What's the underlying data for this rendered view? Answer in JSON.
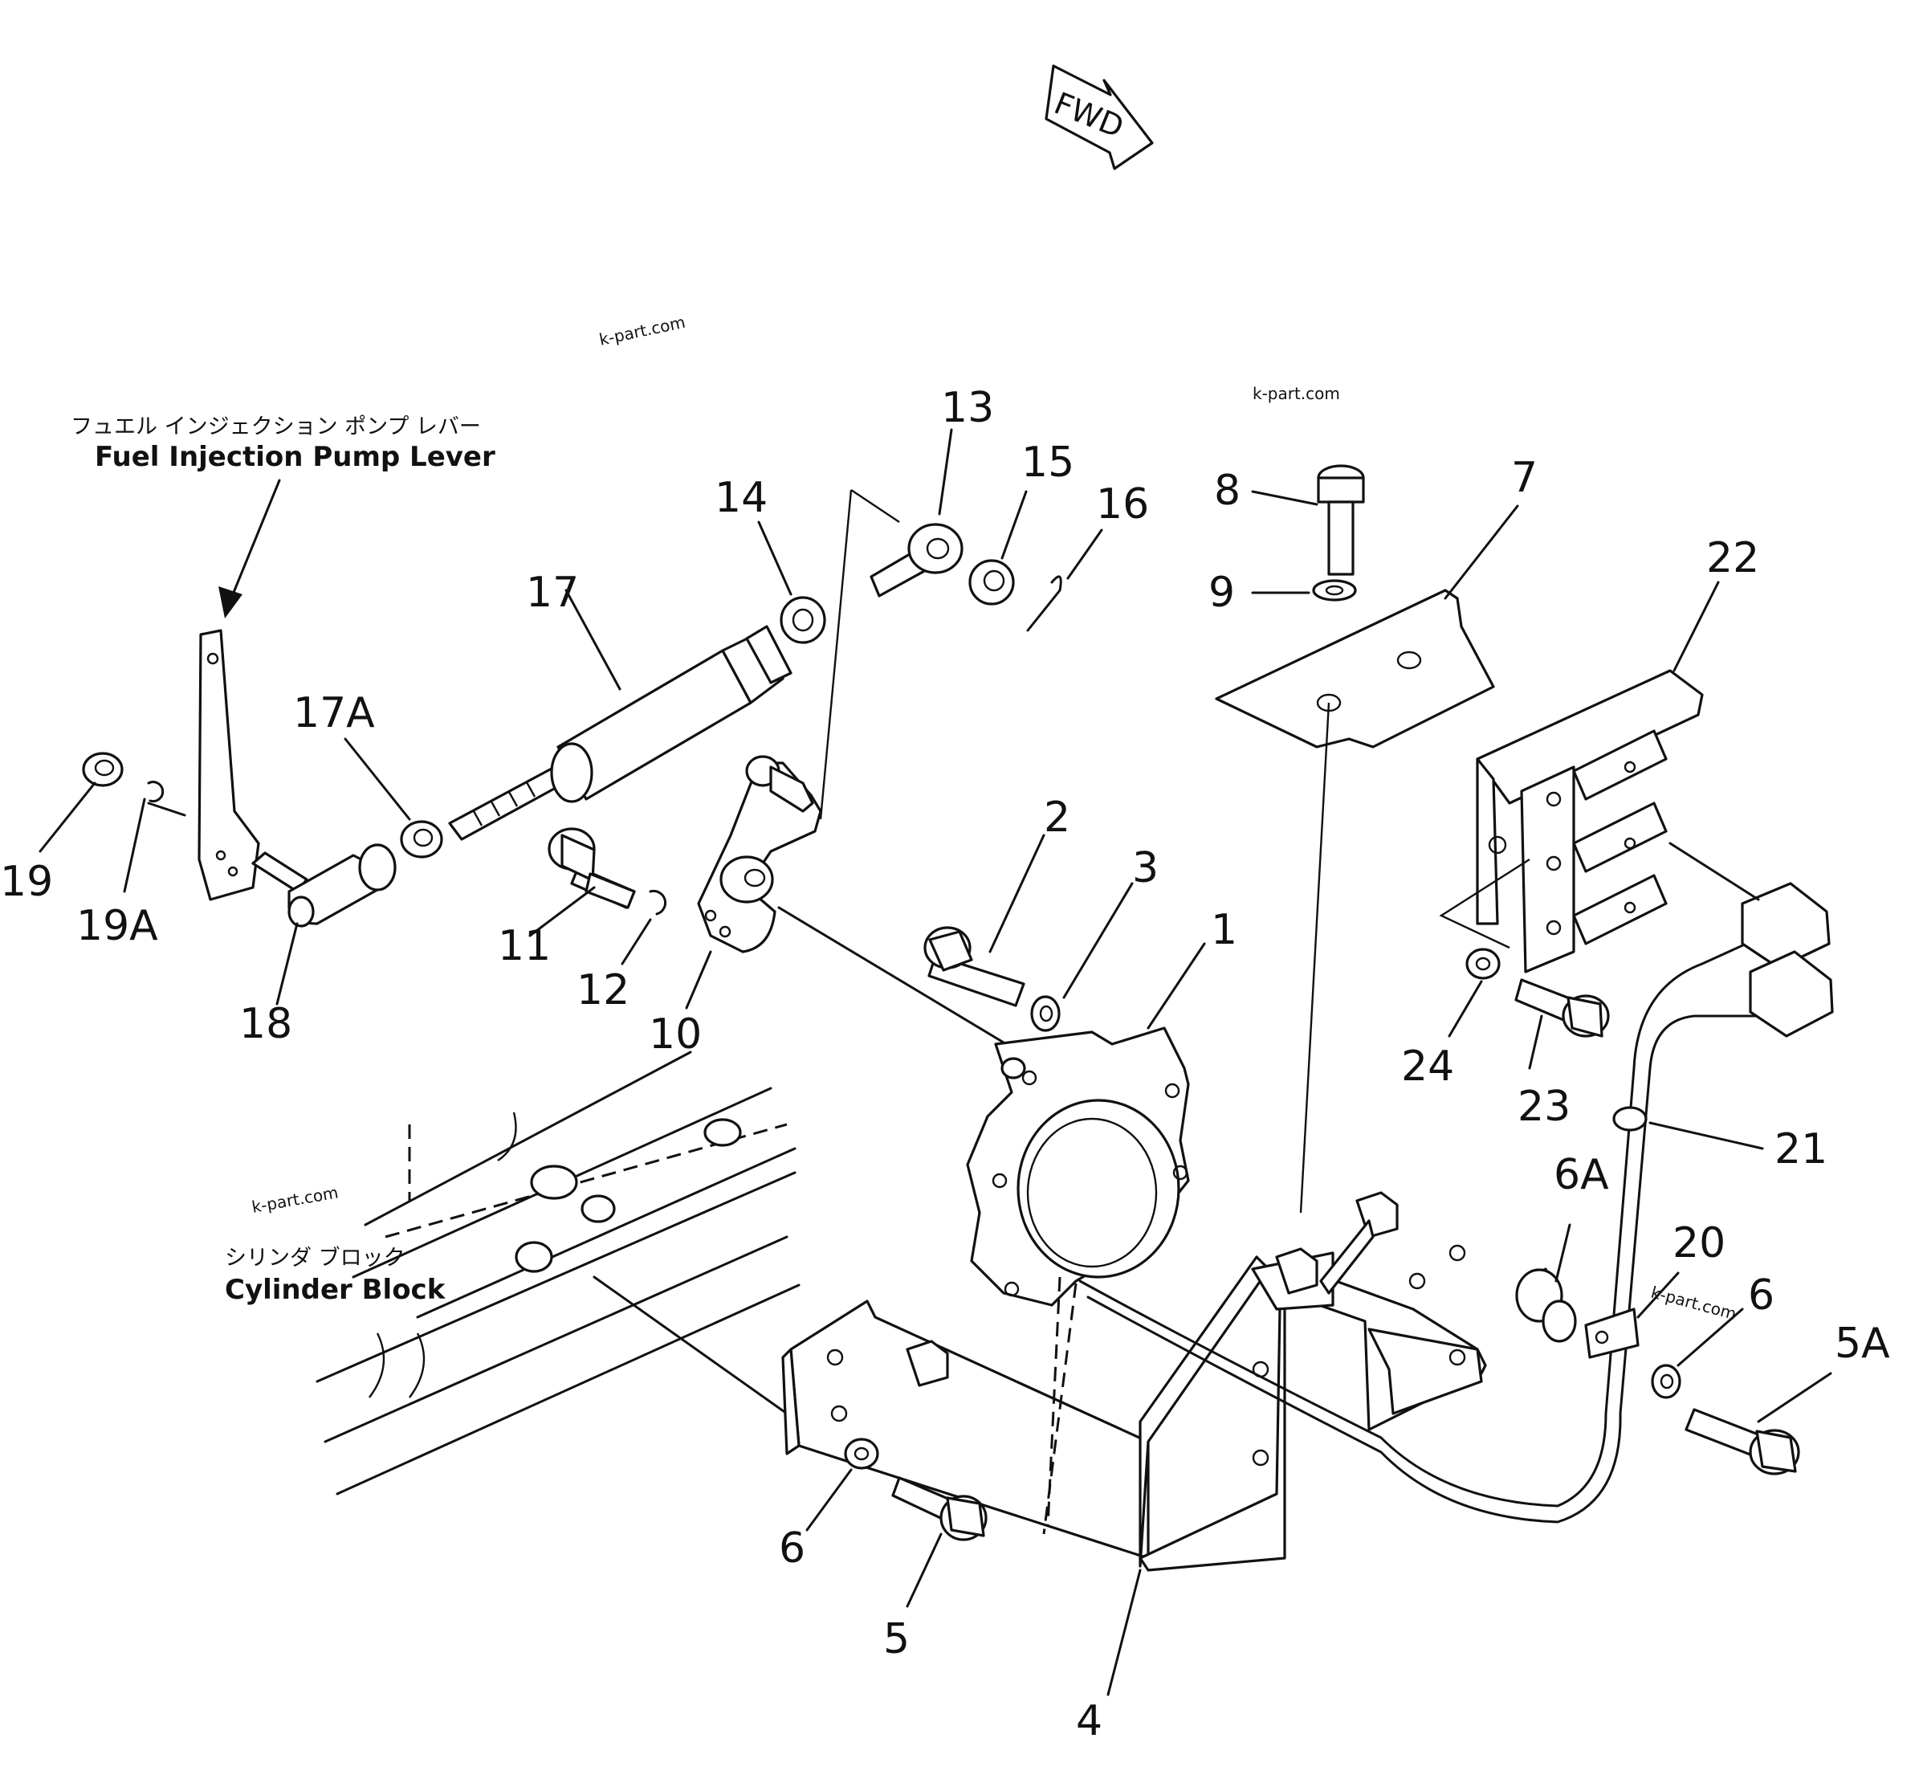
{
  "direction_indicator": "FWD",
  "captions": {
    "fuel_lever_ja": "フュエル インジェクション ポンプ レバー",
    "fuel_lever_en": "Fuel Injection Pump Lever",
    "cylinder_block_ja": "シリンダ ブロック",
    "cylinder_block_en": "Cylinder Block"
  },
  "watermark": "k-part.com",
  "callouts": {
    "c1": "1",
    "c2": "2",
    "c3": "3",
    "c4": "4",
    "c5": "5",
    "c5a": "5A",
    "c6_left": "6",
    "c6_right": "6",
    "c6a": "6A",
    "c7": "7",
    "c8": "8",
    "c9": "9",
    "c10": "10",
    "c11": "11",
    "c12": "12",
    "c13": "13",
    "c14": "14",
    "c15": "15",
    "c16": "16",
    "c17": "17",
    "c17a": "17A",
    "c18": "18",
    "c19": "19",
    "c19a": "19A",
    "c20": "20",
    "c21": "21",
    "c22": "22",
    "c23": "23",
    "c24": "24"
  }
}
